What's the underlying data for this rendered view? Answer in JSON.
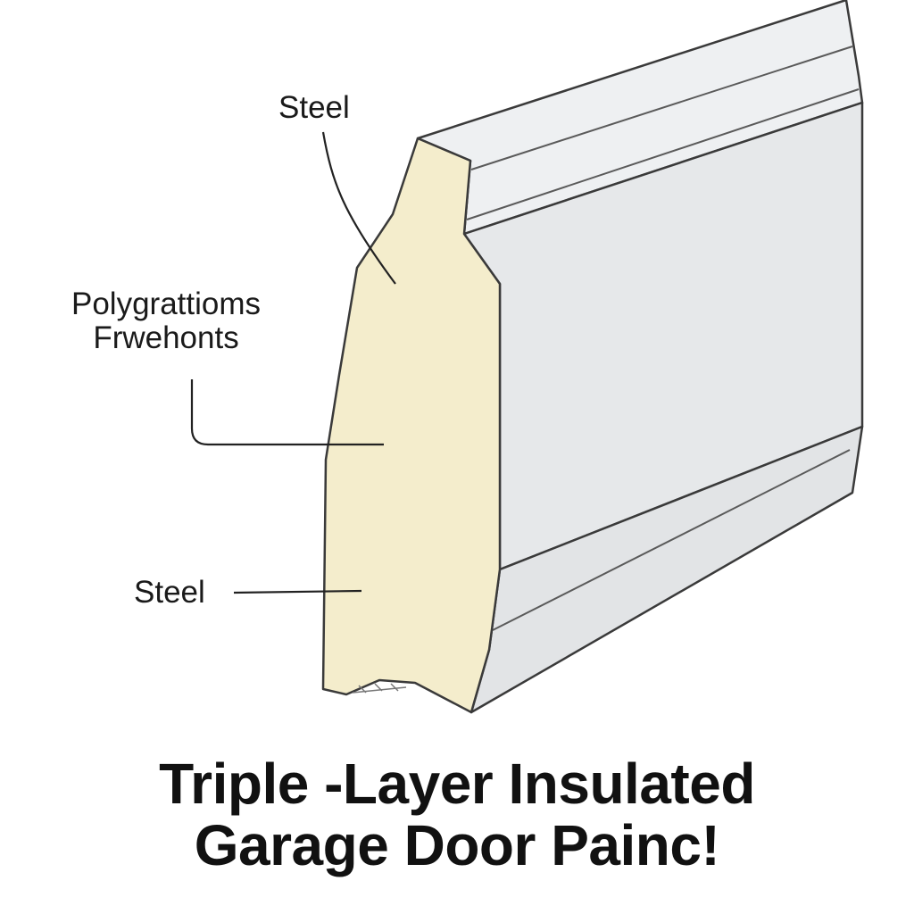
{
  "labels": {
    "steel_top": "Steel",
    "core_line1": "Polygrattioms",
    "core_line2": "Frwehonts",
    "steel_bottom": "Steel"
  },
  "title": {
    "line1": "Triple -Layer Insulated",
    "line2": "Garage Door Painc!"
  },
  "colors": {
    "background": "#ffffff",
    "steel_face": "#e7e9eb",
    "steel_top": "#eef0f2",
    "insulation_core": "#f4edcc",
    "outline": "#3a3a3a",
    "text": "#1a1a1a"
  }
}
